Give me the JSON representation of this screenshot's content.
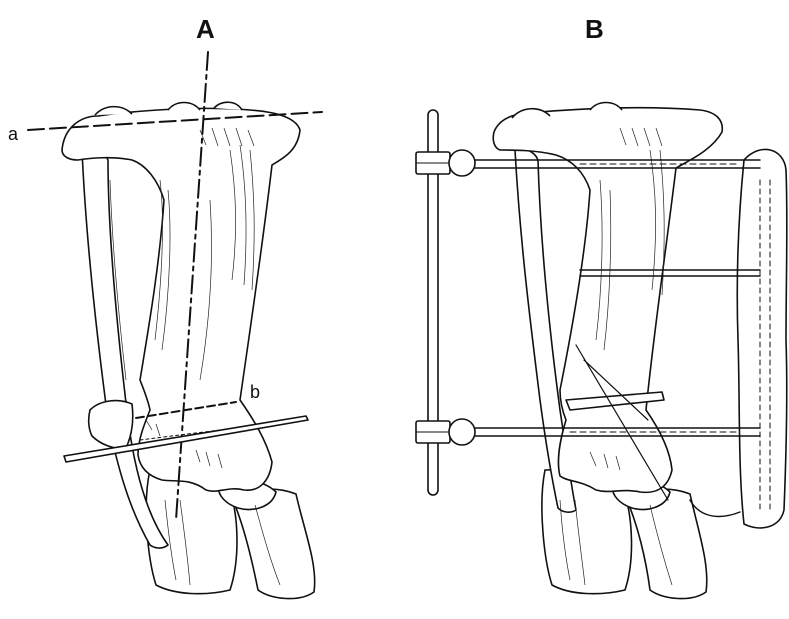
{
  "panels": [
    {
      "label": "A"
    },
    {
      "label": "B"
    }
  ],
  "lines": {
    "a": "a",
    "b": "b"
  }
}
